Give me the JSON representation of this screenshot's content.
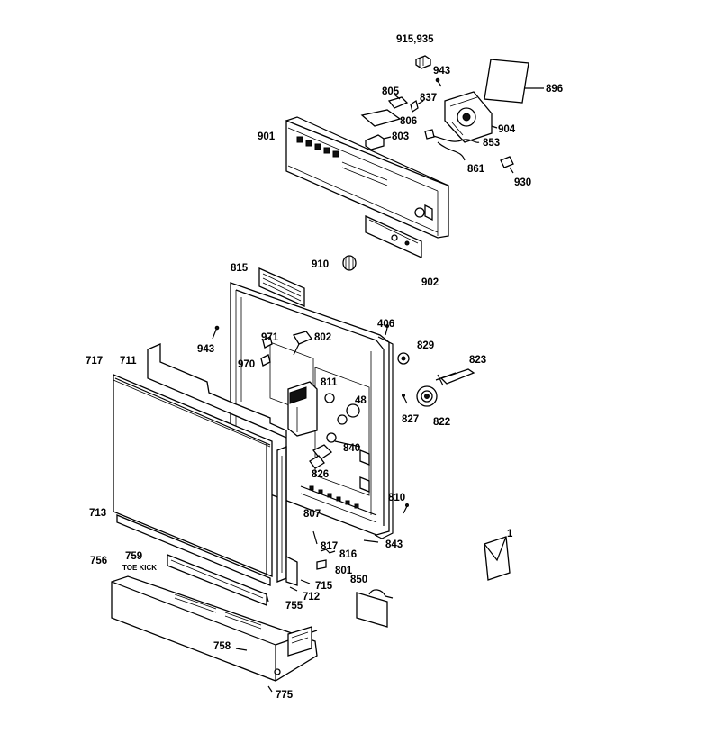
{
  "labels": {
    "p915_935": "915,935",
    "p943_top": "943",
    "p896": "896",
    "p805": "805",
    "p837": "837",
    "p806": "806",
    "p803": "803",
    "p904": "904",
    "p853": "853",
    "p901": "901",
    "p861": "861",
    "p930": "930",
    "p910": "910",
    "p902": "902",
    "p815": "815",
    "p406": "406",
    "p971": "971",
    "p802": "802",
    "p829": "829",
    "p943_left": "943",
    "p970": "970",
    "p823": "823",
    "p717": "717",
    "p711": "711",
    "p811": "811",
    "p48": "48",
    "p827": "827",
    "p822": "822",
    "p840": "840",
    "p826": "826",
    "p810": "810",
    "p713": "713",
    "p807": "807",
    "p843": "843",
    "p817": "817",
    "p816": "816",
    "p1": "1",
    "p759": "759",
    "p756": "756",
    "toe_kick": "TOE KICK",
    "p801": "801",
    "p850": "850",
    "p715": "715",
    "p712": "712",
    "p755": "755",
    "p758": "758",
    "p775": "775"
  }
}
